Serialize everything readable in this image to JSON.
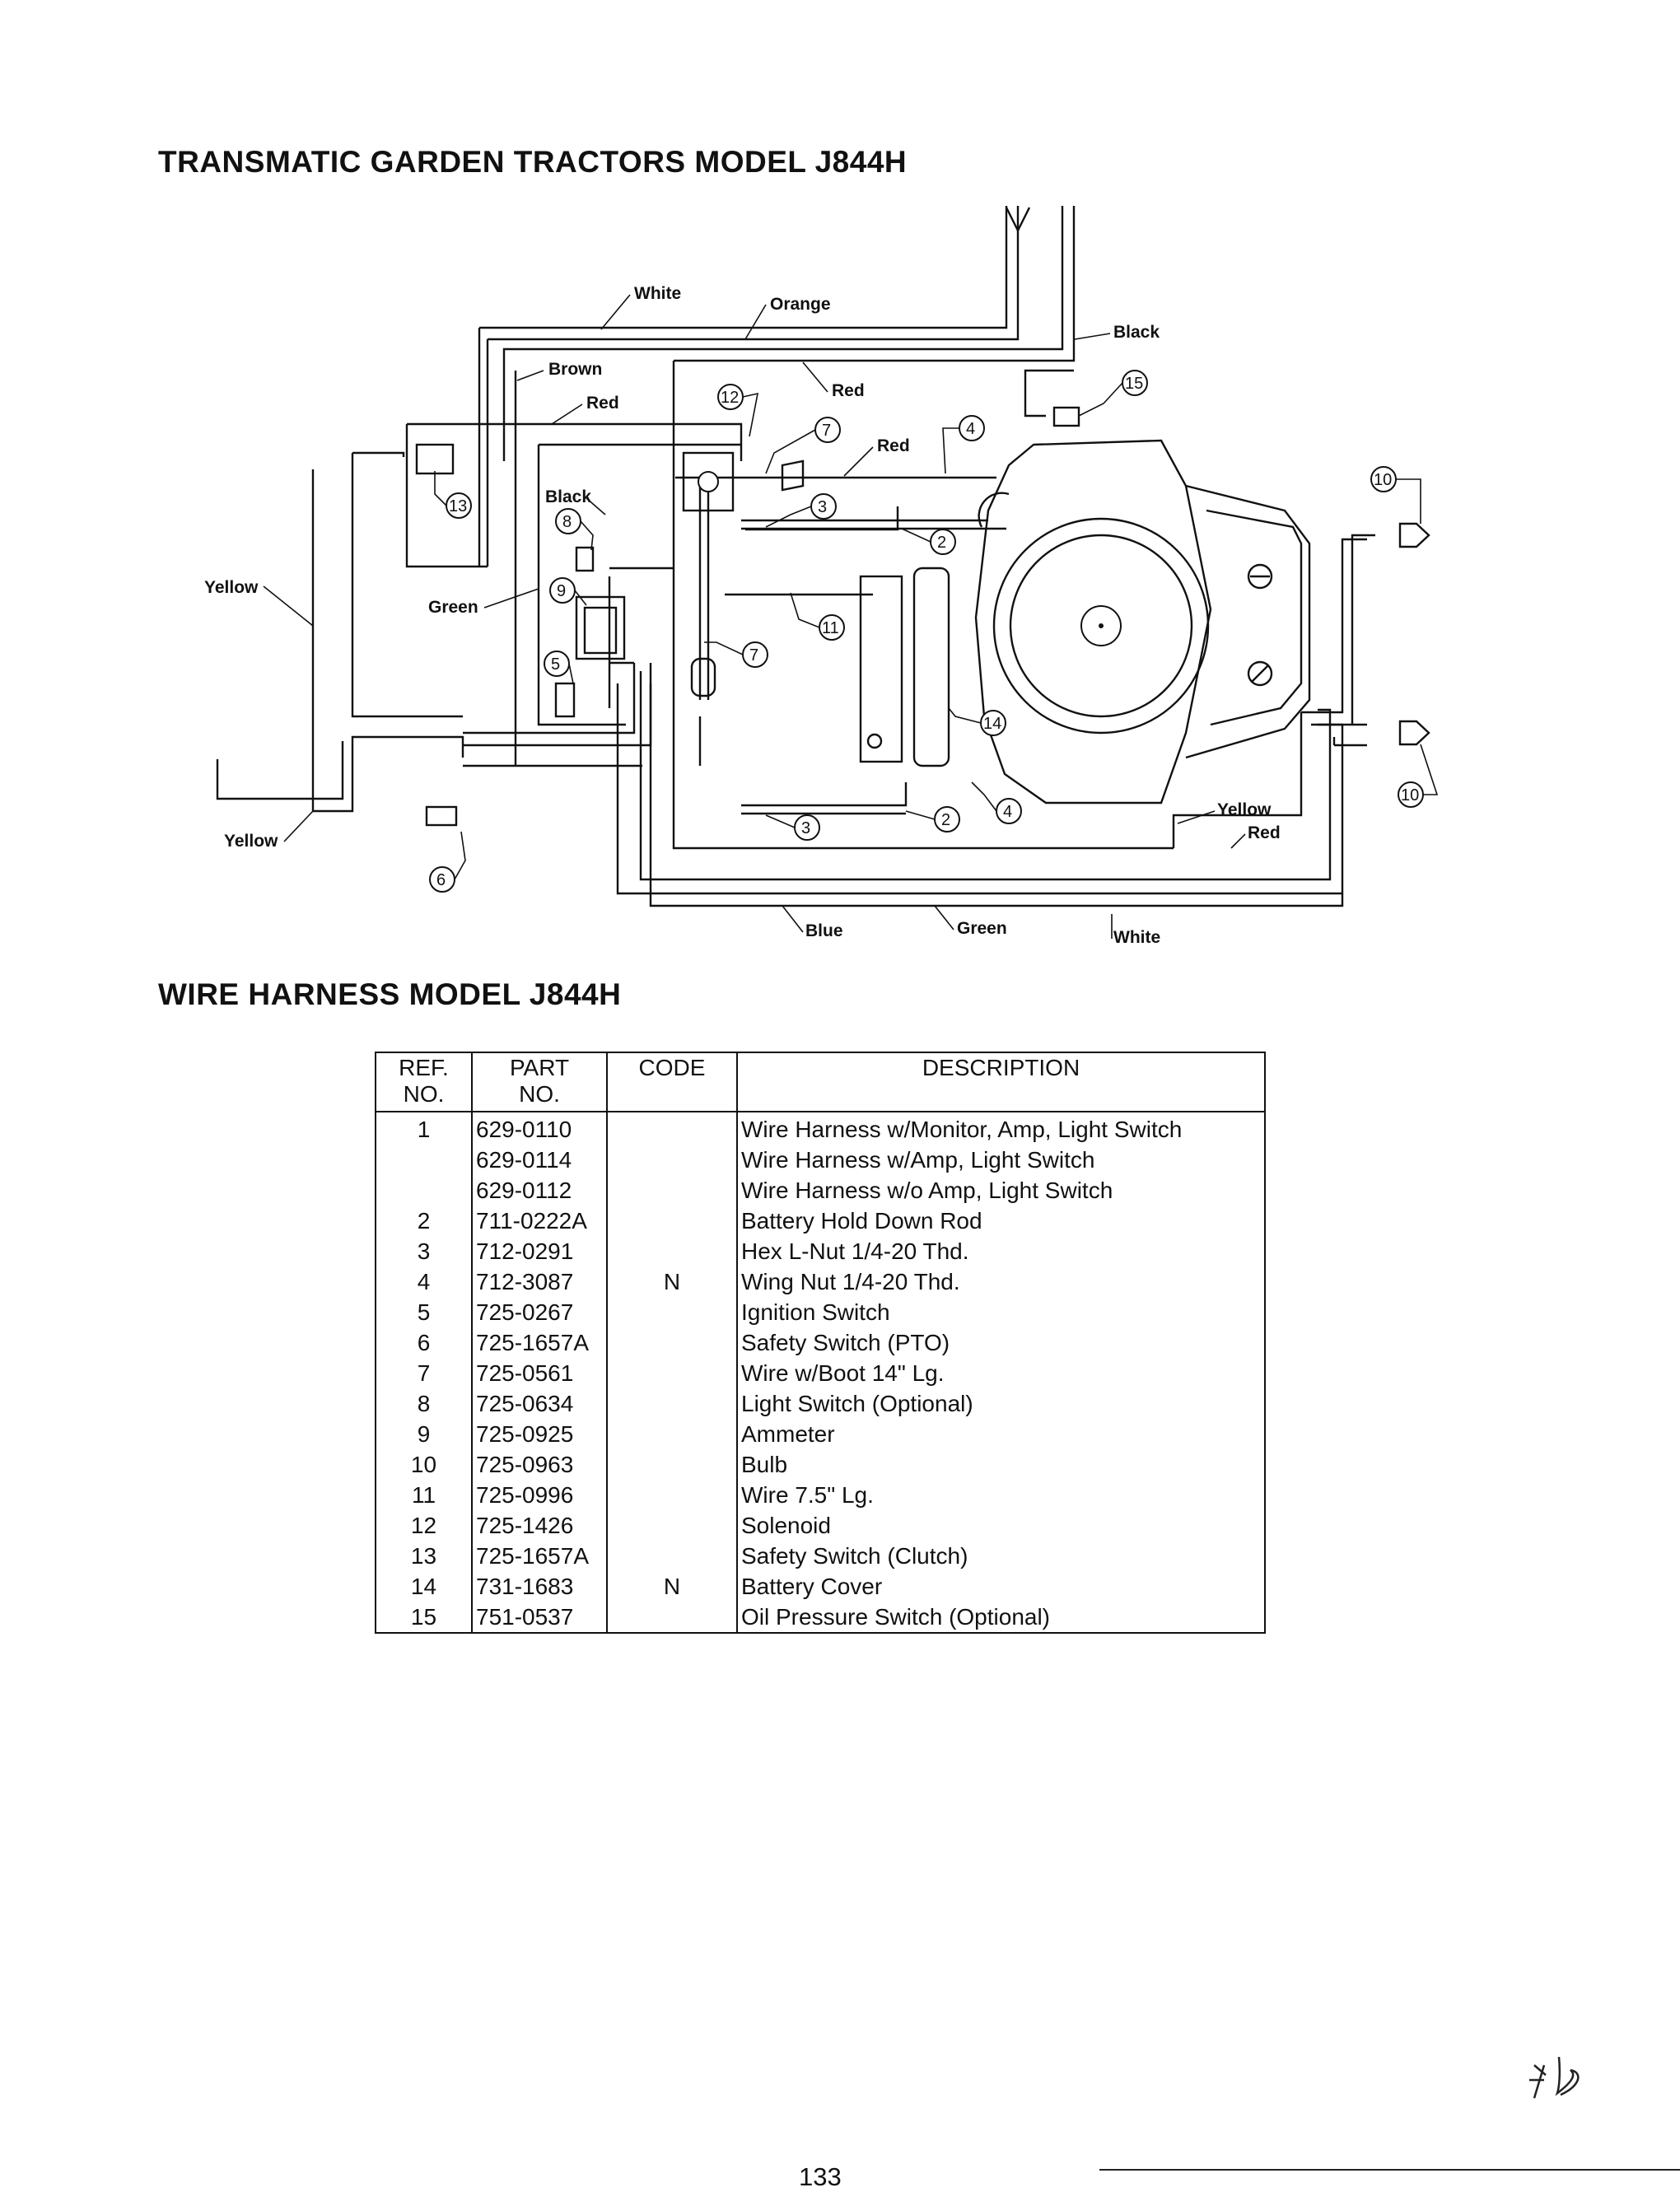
{
  "title_top": "TRANSMATIC GARDEN TRACTORS MODEL J844H",
  "title_mid": "WIRE HARNESS MODEL J844H",
  "wire_labels": {
    "white_top": "White",
    "orange": "Orange",
    "black_right": "Black",
    "brown": "Brown",
    "red_a": "Red",
    "red_b": "Red",
    "red_c": "Red",
    "black_left": "Black",
    "yellow_upper": "Yellow",
    "green_left": "Green",
    "yellow_lower": "Yellow",
    "yellow_right": "Yellow",
    "red_right": "Red",
    "blue": "Blue",
    "green_bottom": "Green",
    "white_bottom": "White"
  },
  "callouts": {
    "c2a": "2",
    "c2b": "2",
    "c3a": "3",
    "c3b": "3",
    "c4a": "4",
    "c4b": "4",
    "c5": "5",
    "c6": "6",
    "c7a": "7",
    "c7b": "7",
    "c8": "8",
    "c9": "9",
    "c10a": "10",
    "c10b": "10",
    "c11": "11",
    "c12": "12",
    "c13": "13",
    "c14": "14",
    "c15": "15"
  },
  "table": {
    "headers": {
      "ref": [
        "REF.",
        "NO."
      ],
      "part": [
        "PART",
        "NO."
      ],
      "code": "CODE",
      "description": "DESCRIPTION"
    },
    "rows": [
      {
        "ref": "1",
        "part": "629-0110",
        "code": "",
        "desc": "Wire Harness w/Monitor, Amp, Light Switch"
      },
      {
        "ref": "",
        "part": "629-0114",
        "code": "",
        "desc": "Wire Harness w/Amp, Light Switch"
      },
      {
        "ref": "",
        "part": "629-0112",
        "code": "",
        "desc": "Wire Harness w/o Amp, Light Switch"
      },
      {
        "ref": "2",
        "part": "711-0222A",
        "code": "",
        "desc": "Battery Hold Down Rod"
      },
      {
        "ref": "3",
        "part": "712-0291",
        "code": "",
        "desc": "Hex L-Nut 1/4-20 Thd."
      },
      {
        "ref": "4",
        "part": "712-3087",
        "code": "N",
        "desc": "Wing Nut 1/4-20 Thd."
      },
      {
        "ref": "5",
        "part": "725-0267",
        "code": "",
        "desc": "Ignition Switch"
      },
      {
        "ref": "6",
        "part": "725-1657A",
        "code": "",
        "desc": "Safety Switch (PTO)"
      },
      {
        "ref": "7",
        "part": "725-0561",
        "code": "",
        "desc": "Wire w/Boot 14\" Lg."
      },
      {
        "ref": "8",
        "part": "725-0634",
        "code": "",
        "desc": "Light Switch (Optional)"
      },
      {
        "ref": "9",
        "part": "725-0925",
        "code": "",
        "desc": "Ammeter"
      },
      {
        "ref": "10",
        "part": "725-0963",
        "code": "",
        "desc": "Bulb"
      },
      {
        "ref": "11",
        "part": "725-0996",
        "code": "",
        "desc": "Wire 7.5\" Lg."
      },
      {
        "ref": "12",
        "part": "725-1426",
        "code": "",
        "desc": "Solenoid"
      },
      {
        "ref": "13",
        "part": "725-1657A",
        "code": "",
        "desc": "Safety Switch (Clutch)"
      },
      {
        "ref": "14",
        "part": "731-1683",
        "code": "N",
        "desc": "Battery Cover"
      },
      {
        "ref": "15",
        "part": "751-0537",
        "code": "",
        "desc": "Oil Pressure Switch (Optional)"
      }
    ]
  },
  "page_number": "133",
  "handwritten_initials": "FB"
}
